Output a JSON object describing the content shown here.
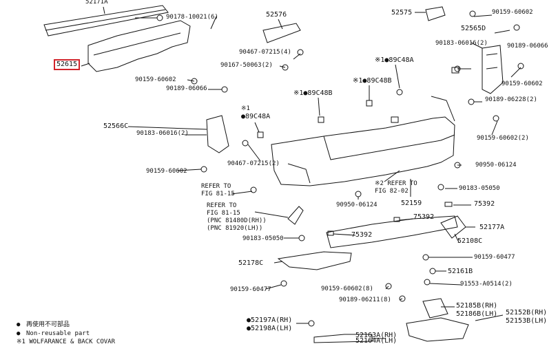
{
  "labels": [
    "52171A",
    "90178-10021(6)",
    "52576",
    "52575",
    "90159-60602",
    "52565D",
    "90183-06016(2)",
    "90189-06066",
    "90159-60602",
    "52615",
    "90467-07215(4)",
    "90167-50063(2)",
    "※1●89C48A",
    "※1●89C48B",
    "※1●89C48B",
    "90159-60602",
    "90189-06066",
    "90189-06228(2)",
    "※1",
    "●89C48A",
    "52566C",
    "90183-06016(2)",
    "90159-60602(2)",
    "90467-07215(2)",
    "90950-06124",
    "90159-60602",
    "REFER TO\nFIG 81-15",
    "※2 REFER TO\nFIG 82-02",
    "90950-06124",
    "52159",
    "90183-05050",
    "75392",
    "REFER TO\nFIG 81-15\n(PNC 81480D(RH))\n(PNC 81920(LH))",
    "75392",
    "52177A",
    "90183-05050",
    "75392",
    "52108C",
    "52178C",
    "90159-60477",
    "52161B",
    "90159-60477",
    "90159-60602(8)",
    "91553-A0514(2)",
    "90189-06211(8)",
    "52185B(RH)",
    "52186B(LH)",
    "52152B(RH)",
    "52153B(LH)",
    "●52197A(RH)",
    "●52198A(LH)",
    "52163A(RH)",
    "52164A(LH)"
  ],
  "legend": [
    {
      "sym": "●",
      "text": "再使用不可部品"
    },
    {
      "sym": "●",
      "text": "Non-reusable part"
    },
    {
      "sym": "※1",
      "text": "※1 WOLFARANCE & BACK COVAR"
    }
  ],
  "highlight_color": "#d2232a"
}
